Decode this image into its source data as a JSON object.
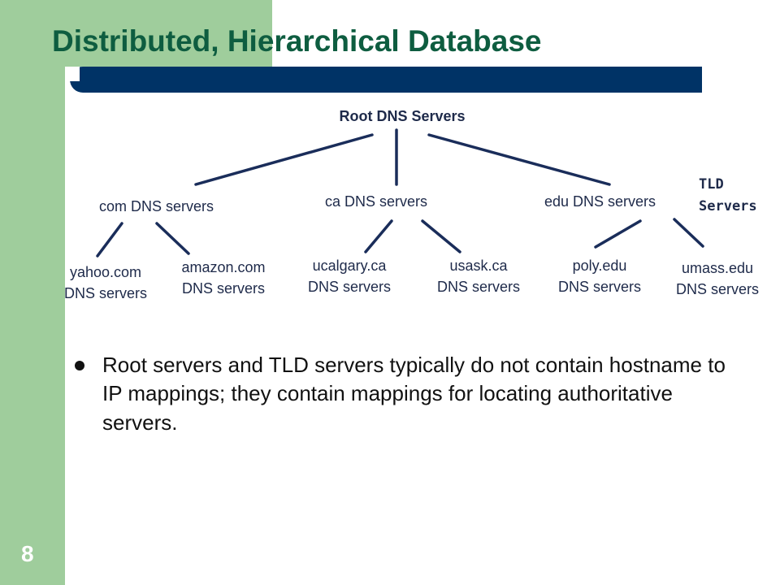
{
  "slide": {
    "title": "Distributed, Hierarchical Database",
    "page_number": "8"
  },
  "diagram": {
    "root": "Root DNS Servers",
    "tld_servers_label": [
      "TLD",
      "Servers"
    ],
    "tld": {
      "com": "com DNS servers",
      "ca": "ca DNS servers",
      "edu": "edu DNS servers"
    },
    "leaves": {
      "yahoo": [
        "yahoo.com",
        "DNS servers"
      ],
      "amazon": [
        "amazon.com",
        "DNS servers"
      ],
      "ucalgary": [
        "ucalgary.ca",
        "DNS servers"
      ],
      "usask": [
        "usask.ca",
        "DNS servers"
      ],
      "poly": [
        "poly.edu",
        "DNS servers"
      ],
      "umass": [
        "umass.edu",
        "DNS servers"
      ]
    }
  },
  "bullet": {
    "text": "Root servers and TLD servers typically do not contain hostname to IP mappings; they contain mappings for locating authoritative servers."
  },
  "colors": {
    "accent_green": "#9fcd9c",
    "title_green": "#0e5d40",
    "navy": "#003366",
    "line_navy": "#1a2d5a"
  }
}
